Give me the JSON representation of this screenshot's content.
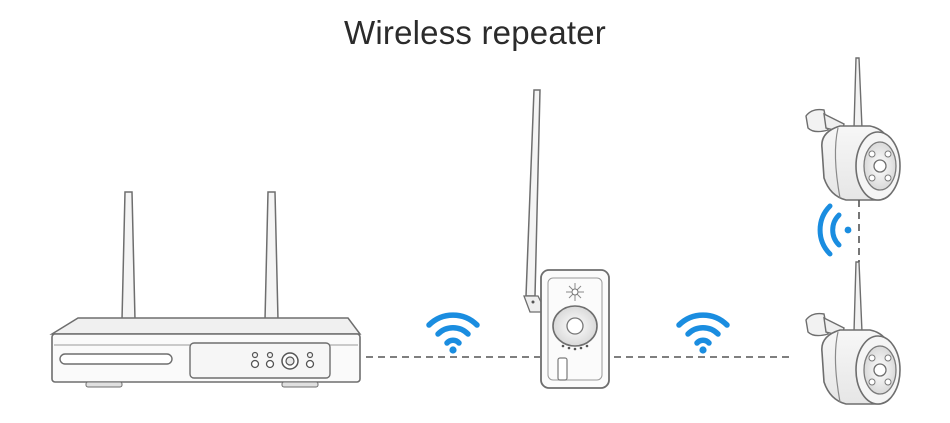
{
  "diagram": {
    "title": "Wireless repeater",
    "nodes": [
      {
        "id": "nvr",
        "icon": "nvr-recorder-icon"
      },
      {
        "id": "repeater",
        "icon": "wireless-repeater-icon"
      },
      {
        "id": "camera-top",
        "icon": "bullet-camera-icon"
      },
      {
        "id": "camera-bottom",
        "icon": "bullet-camera-icon"
      }
    ],
    "links": [
      {
        "from": "nvr",
        "to": "repeater",
        "style": "dashed",
        "icon": "wifi-signal-icon"
      },
      {
        "from": "repeater",
        "to": "camera-bottom",
        "style": "dashed",
        "icon": "wifi-signal-icon"
      },
      {
        "from": "camera-top",
        "to": "camera-bottom",
        "style": "dashed",
        "icon": "wifi-signal-icon"
      }
    ],
    "colors": {
      "outline": "#6e6e6e",
      "line": "#555555",
      "wifi": "#1a8de0",
      "text": "#2b2b2b"
    }
  }
}
